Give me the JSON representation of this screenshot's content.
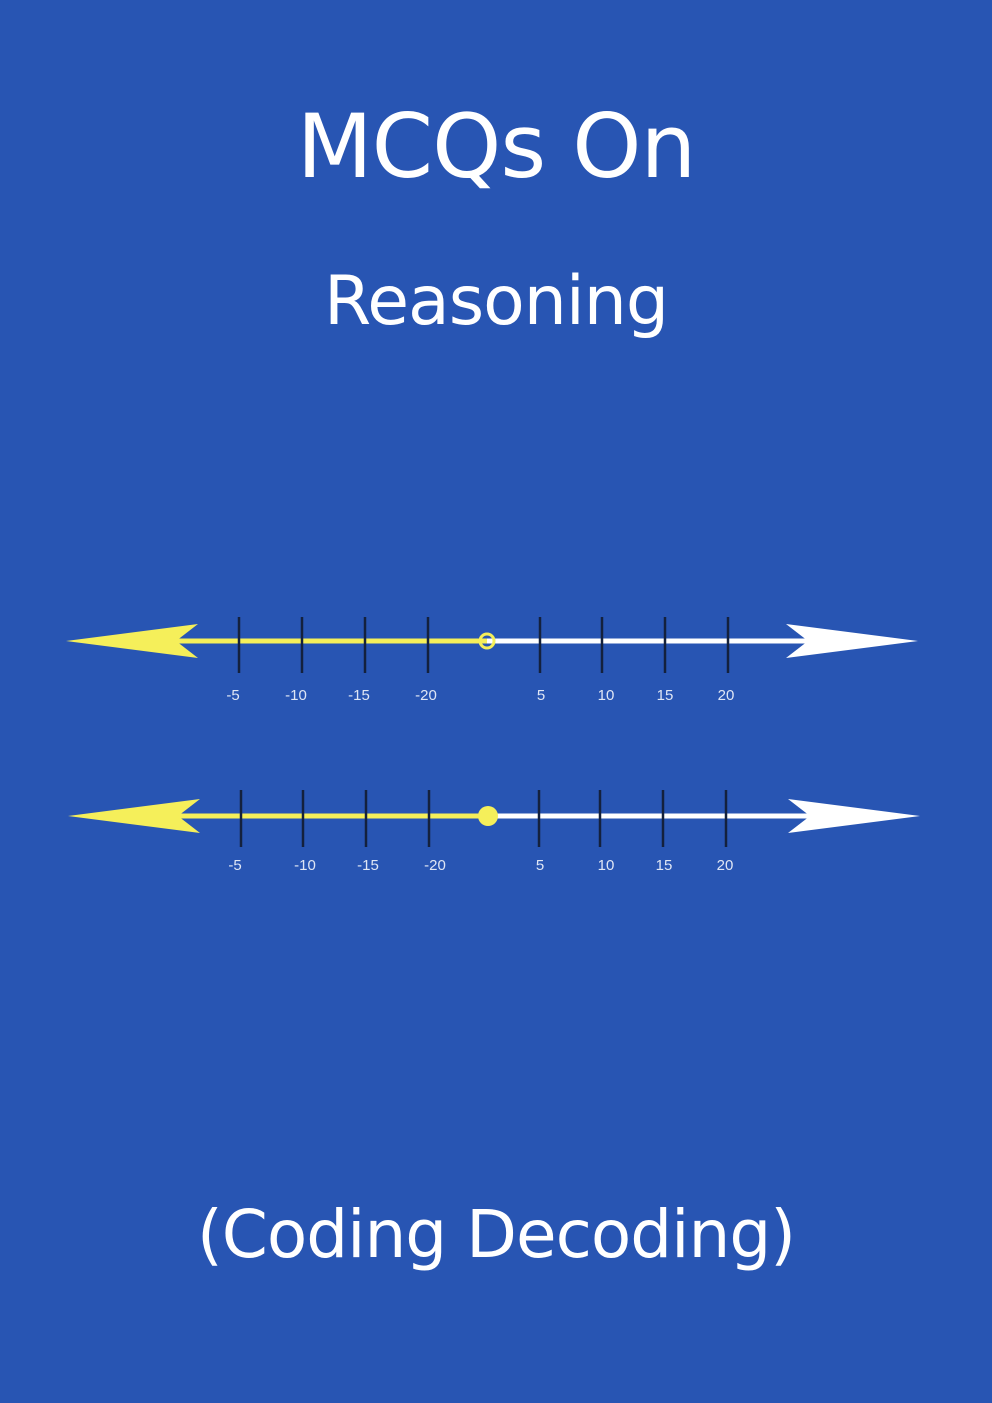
{
  "cover": {
    "title": "MCQs On",
    "subtitle": "Reasoning",
    "topic": "(Coding Decoding)"
  },
  "colors": {
    "background": "#2855b3",
    "text": "#ffffff",
    "negative_ray": "#f5ef5a",
    "positive_ray": "#ffffff",
    "tick": "#14213d"
  },
  "number_lines": [
    {
      "name": "open-circle-line",
      "point_style": "open",
      "left_labels": [
        "-5",
        "-10",
        "-15",
        "-20"
      ],
      "right_labels": [
        "5",
        "10",
        "15",
        "20"
      ]
    },
    {
      "name": "closed-dot-line",
      "point_style": "closed",
      "left_labels": [
        "-5",
        "-10",
        "-15",
        "-20"
      ],
      "right_labels": [
        "5",
        "10",
        "15",
        "20"
      ]
    }
  ]
}
